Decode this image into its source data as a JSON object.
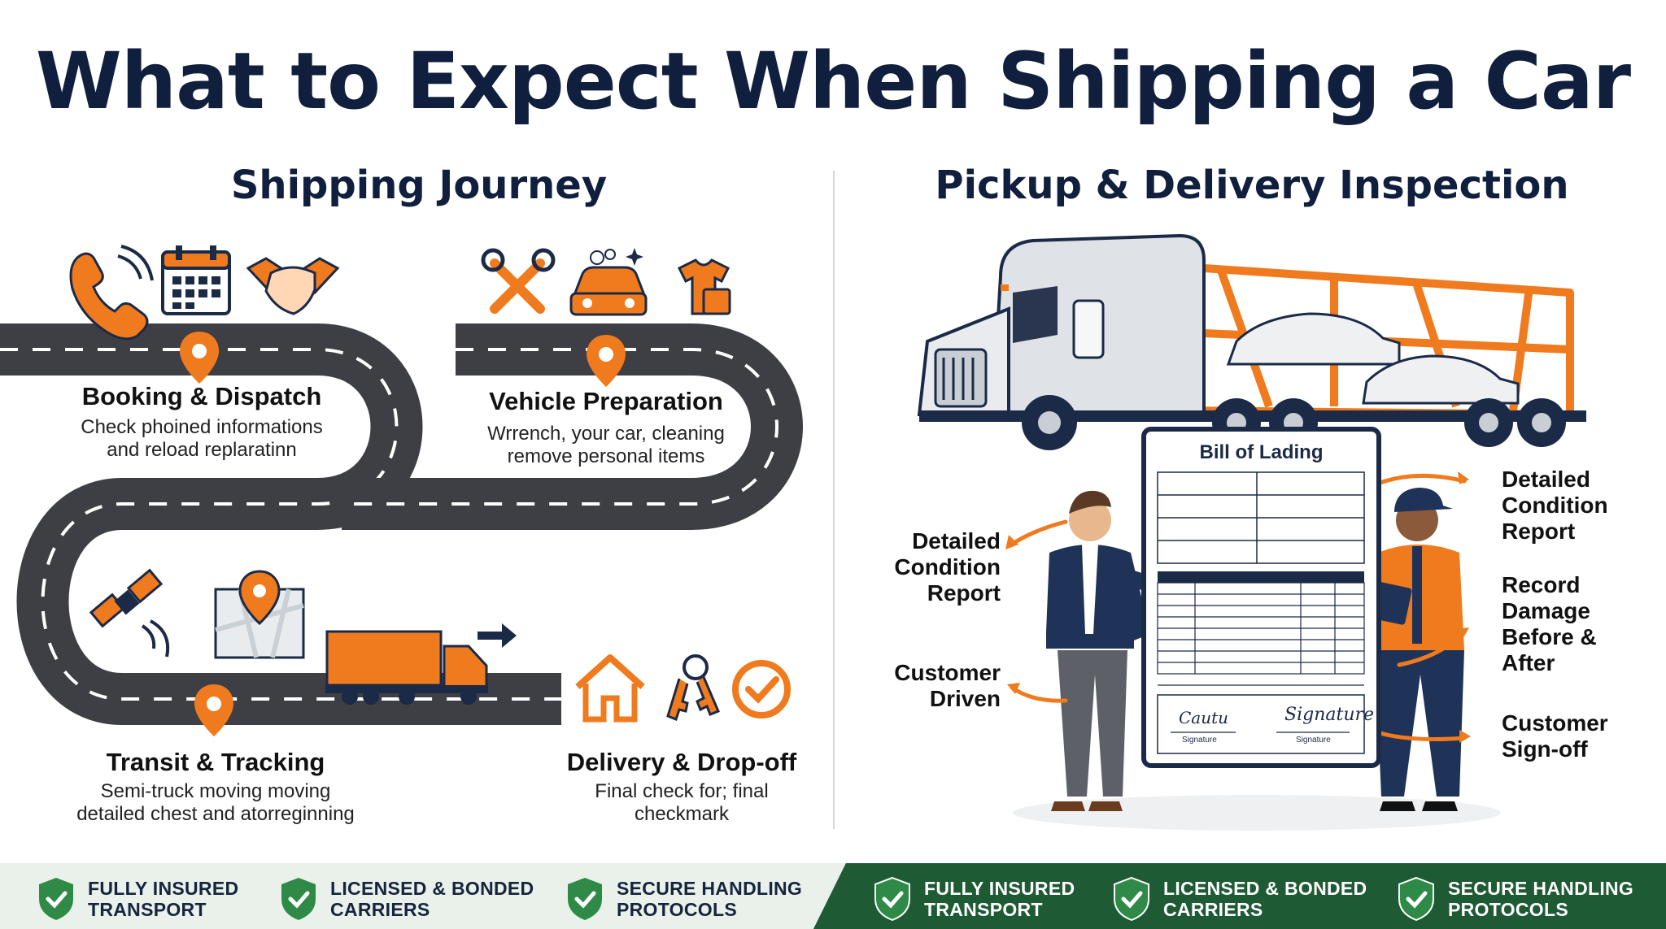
{
  "title": "What to Expect When Shipping a Car",
  "journey": {
    "title": "Shipping Journey",
    "stages": [
      {
        "title": "Booking & Dispatch",
        "desc1": "Check phoined informations",
        "desc2": "and reload replaratinn"
      },
      {
        "title": "Vehicle Preparation",
        "desc1": "Wrrench, your car, cleaning",
        "desc2": "remove personal items"
      },
      {
        "title": "Transit & Tracking",
        "desc1": "Semi-truck moving moving",
        "desc2": "detailed chest and atorreginning"
      },
      {
        "title": "Delivery & Drop-off",
        "desc1": "Final check for; final",
        "desc2": "checkmark"
      }
    ],
    "icons": [
      "phone-icon",
      "calendar-icon",
      "handshake-icon",
      "tools-icon",
      "car-wash-icon",
      "clothing-icon",
      "satellite-icon",
      "map-icon",
      "truck-icon",
      "house-icon",
      "keys-icon",
      "checkmark-icon"
    ]
  },
  "inspection": {
    "title": "Pickup & Delivery Inspection",
    "document": {
      "title": "Bill of Lading",
      "signature1": "Signature",
      "signature2": "Signature",
      "sig_script1": "Cautu",
      "sig_script2": "Signature"
    },
    "callouts_left": [
      {
        "l1": "Detailed",
        "l2": "Condition",
        "l3": "Report"
      },
      {
        "l1": "Customer",
        "l2": "Driven"
      }
    ],
    "callouts_right": [
      {
        "l1": "Detailed",
        "l2": "Condition",
        "l3": "Report"
      },
      {
        "l1": "Record",
        "l2": "Damage",
        "l3": "Before &",
        "l4": "After"
      },
      {
        "l1": "Customer",
        "l2": "Sign-off"
      }
    ]
  },
  "badges": [
    {
      "l1": "FULLY INSURED",
      "l2": "TRANSPORT"
    },
    {
      "l1": "LICENSED & BONDED",
      "l2": "CARRIERS"
    },
    {
      "l1": "SECURE HANDLING",
      "l2": "PROTOCOLS"
    },
    {
      "l1": "FULLY INSURED",
      "l2": "TRANSPORT"
    },
    {
      "l1": "LICENSED & BONDED",
      "l2": "CARRIERS"
    },
    {
      "l1": "SECURE HANDLING",
      "l2": "PROTOCOLS"
    }
  ],
  "colors": {
    "navy": "#0f1f3d",
    "orange": "#f07a1e",
    "road": "#3d3f44",
    "green_light": "#e9f1ea",
    "green_dark": "#1e5a33",
    "shield": "#2f8a47"
  }
}
